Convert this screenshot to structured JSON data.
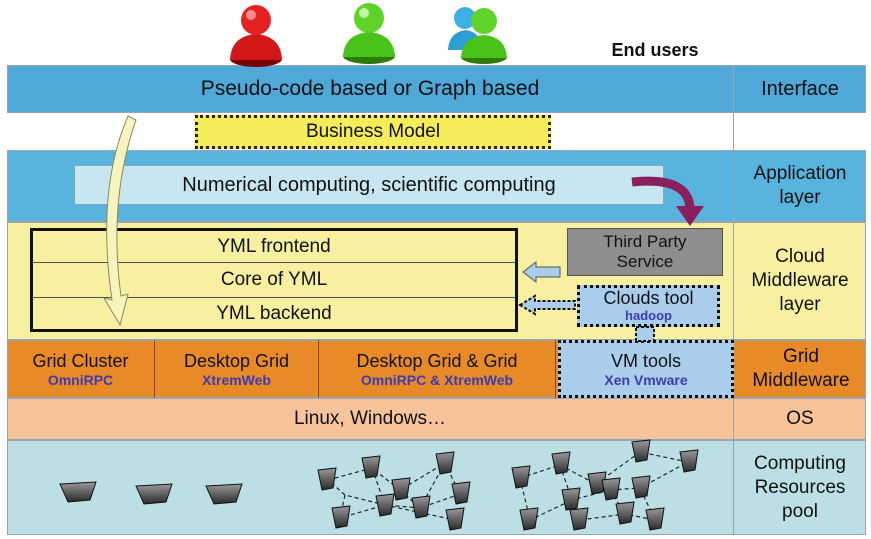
{
  "end_users": "End users",
  "interface": {
    "main": "Pseudo-code based or Graph based",
    "side": "Interface"
  },
  "business_model": "Business Model",
  "application": {
    "main": "Numerical computing, scientific computing",
    "side": "Application layer"
  },
  "cloud": {
    "yml": [
      "YML frontend",
      "Core of YML",
      "YML backend"
    ],
    "third_party": "Third Party Service",
    "clouds_tool": "Clouds tool",
    "clouds_tool_sub": "hadoop",
    "side": "Cloud Middleware layer"
  },
  "grid": {
    "cells": [
      {
        "name": "Grid Cluster",
        "sub": "OmniRPC"
      },
      {
        "name": "Desktop Grid",
        "sub": "XtremWeb"
      },
      {
        "name": "Desktop Grid & Grid",
        "sub": "OmniRPC & XtremWeb"
      }
    ],
    "vm": {
      "name": "VM tools",
      "sub": "Xen Vmware"
    },
    "side": "Grid Middleware"
  },
  "os": {
    "main": "Linux, Windows…",
    "side": "OS"
  },
  "resources": {
    "side": "Computing Resources pool"
  },
  "colors": {
    "interface": "#4fa8d8",
    "business": "#f5ec5a",
    "application": "#58b4de",
    "cloud": "#f7f0a0",
    "grid": "#e88a28",
    "vm": "#a9cdeb",
    "os": "#f6c39a",
    "resources": "#bcdfe6",
    "third_party": "#8e8e8e"
  },
  "icons": [
    "red-user-icon",
    "green-user-icon",
    "user-group-icon",
    "server-icon"
  ]
}
